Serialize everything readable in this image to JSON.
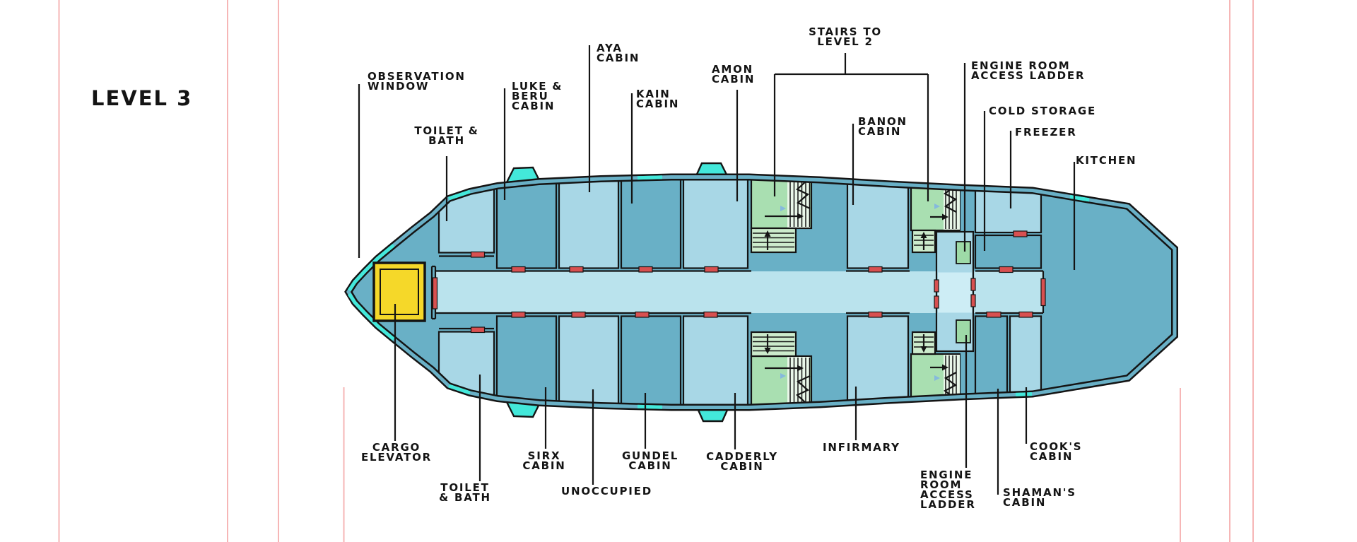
{
  "title": "LEVEL 3",
  "labels": {
    "observation_window": "OBSERVATION\nWINDOW",
    "toilet_bath_top": "TOILET &\nBATH",
    "luke_beru_cabin": "LUKE &\nBERU\nCABIN",
    "aya_cabin": "AYA\nCABIN",
    "kain_cabin": "KAIN\nCABIN",
    "amon_cabin": "AMON\nCABIN",
    "stairs_to_level_2": "STAIRS TO\nLEVEL 2",
    "banon_cabin": "BANON\nCABIN",
    "engine_room_access_ladder_top": "ENGINE ROOM\nACCESS LADDER",
    "cold_storage": "COLD STORAGE",
    "freezer": "FREEZER",
    "kitchen": "KITCHEN",
    "cargo_elevator": "CARGO\nELEVATOR",
    "toilet_bath_bottom": "TOILET\n& BATH",
    "sirx_cabin": "SIRX\nCABIN",
    "unoccupied": "UNOCCUPIED",
    "gundel_cabin": "GUNDEL\nCABIN",
    "cadderly_cabin": "CADDERLY\nCABIN",
    "infirmary": "INFIRMARY",
    "engine_room_access_ladder_bottom": "ENGINE\nROOM\nACCESS\nLADDER",
    "shamans_cabin": "SHAMAN'S\nCABIN",
    "cooks_cabin": "COOK'S\nCABIN"
  },
  "colors": {
    "background": "#ffffff",
    "outline": "#141414",
    "deck": "#69b0c6",
    "cabin": "#a8d7e6",
    "corridor": "#bae3ed",
    "corridor_cross": "#cdedf5",
    "stairs": "#a9dfb1",
    "stairs_steps": "#ccebcc",
    "stairs_hatch": "#e9f7e9",
    "ladder": "#9edaa7",
    "elevator": "#f5d829",
    "door": "#d85050",
    "accent": "#43e8da",
    "margin_line": "#f6b6b6"
  }
}
